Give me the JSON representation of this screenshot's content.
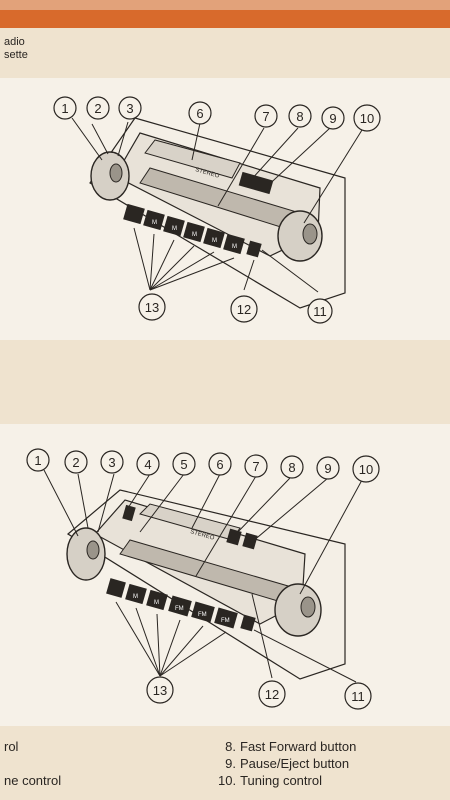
{
  "header": {
    "lines": [
      "adio",
      "sette"
    ]
  },
  "diagram1": {
    "callouts": [
      "1",
      "2",
      "3",
      "6",
      "7",
      "8",
      "9",
      "10",
      "13",
      "12",
      "11"
    ],
    "display_text": "STEREO",
    "button_labels": [
      "",
      "M",
      "M",
      "M",
      "M",
      "M"
    ]
  },
  "diagram2": {
    "callouts": [
      "1",
      "2",
      "3",
      "4",
      "5",
      "6",
      "7",
      "8",
      "9",
      "10",
      "13",
      "12",
      "11"
    ],
    "display_text": "STEREO",
    "button_labels": [
      "",
      "M",
      "M",
      "FM",
      "FM",
      "FM"
    ]
  },
  "legend": {
    "left": [
      "rol",
      "ne control"
    ],
    "right": [
      {
        "num": "8.",
        "text": "Fast Forward button"
      },
      {
        "num": "9.",
        "text": "Pause/Eject button"
      },
      {
        "num": "10.",
        "text": "Tuning control"
      }
    ]
  },
  "colors": {
    "bar": "#d86a2c",
    "page": "#efe3cf",
    "panel": "#f6f1e8",
    "line": "#2a2622"
  }
}
